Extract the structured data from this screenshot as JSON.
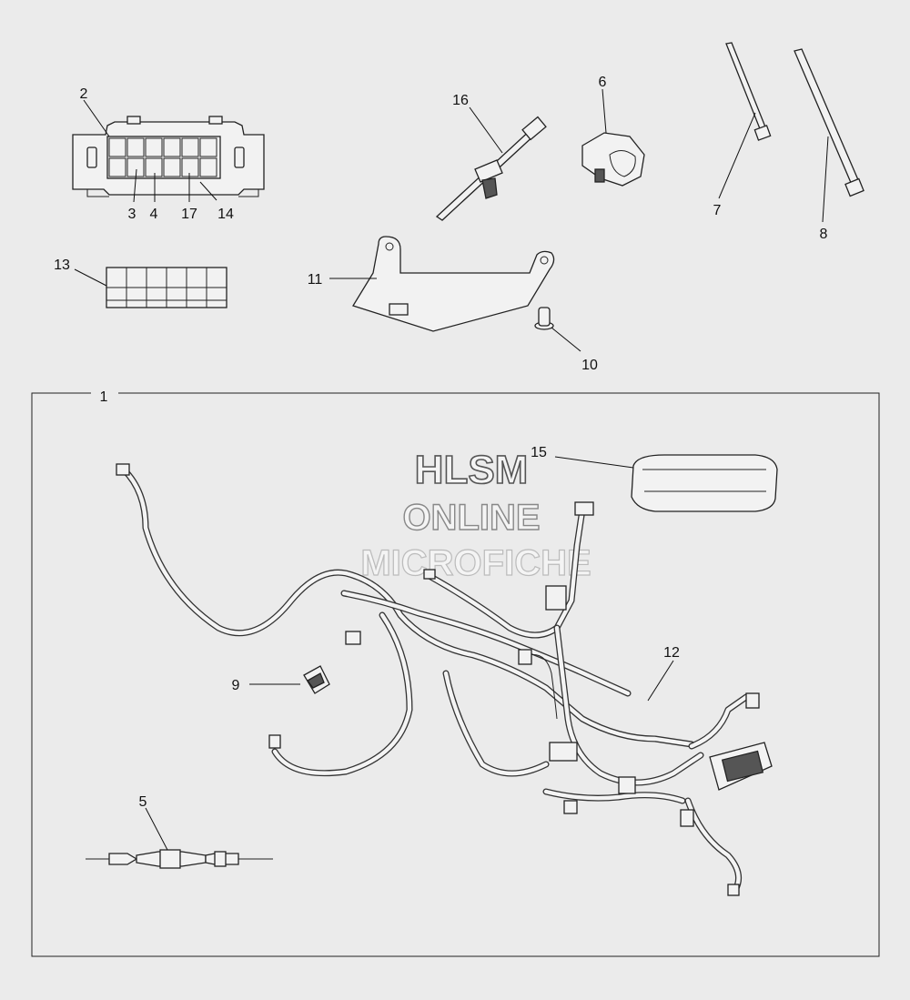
{
  "watermark": {
    "line1": "HLSM",
    "line2": "ONLINE",
    "line3": "MICROFICHE"
  },
  "callouts": {
    "c1": "1",
    "c2": "2",
    "c3": "3",
    "c4": "4",
    "c5": "5",
    "c6": "6",
    "c7": "7",
    "c8": "8",
    "c9": "9",
    "c10": "10",
    "c11": "11",
    "c12": "12",
    "c13": "13",
    "c14": "14",
    "c15": "15",
    "c16": "16",
    "c17": "17"
  },
  "colors": {
    "background": "#ebebeb",
    "line": "#222222"
  }
}
